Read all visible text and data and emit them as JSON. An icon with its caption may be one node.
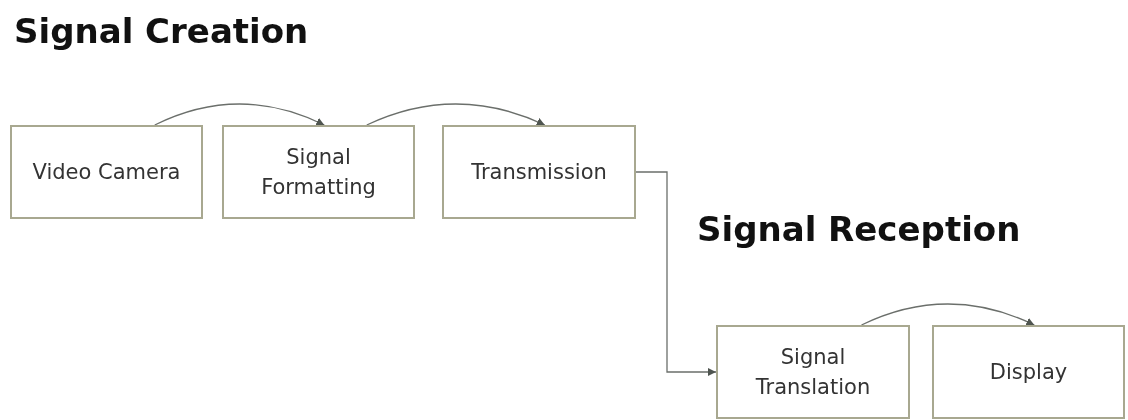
{
  "diagram": {
    "title": "Signal Creation",
    "nodes": [
      {
        "text": [
          "Video Camera"
        ]
      },
      {
        "text": [
          "Signal Formatting"
        ]
      },
      {
        "text": [
          "Transmission"
        ]
      },
      {
        "text": [
          "Signal Translation"
        ]
      },
      {
        "text": [
          "Display"
        ]
      }
    ],
    "edges": [
      {
        "from": 0,
        "to": 1,
        "arrow": "to"
      },
      {
        "from": 1,
        "to": 2,
        "arrow": "to"
      },
      {
        "from": 2,
        "to": 3,
        "arrow": "to"
      },
      {
        "from": 3,
        "to": 4,
        "arrow": "to"
      }
    ],
    "labels": [
      "Signal Reception"
    ]
  }
}
